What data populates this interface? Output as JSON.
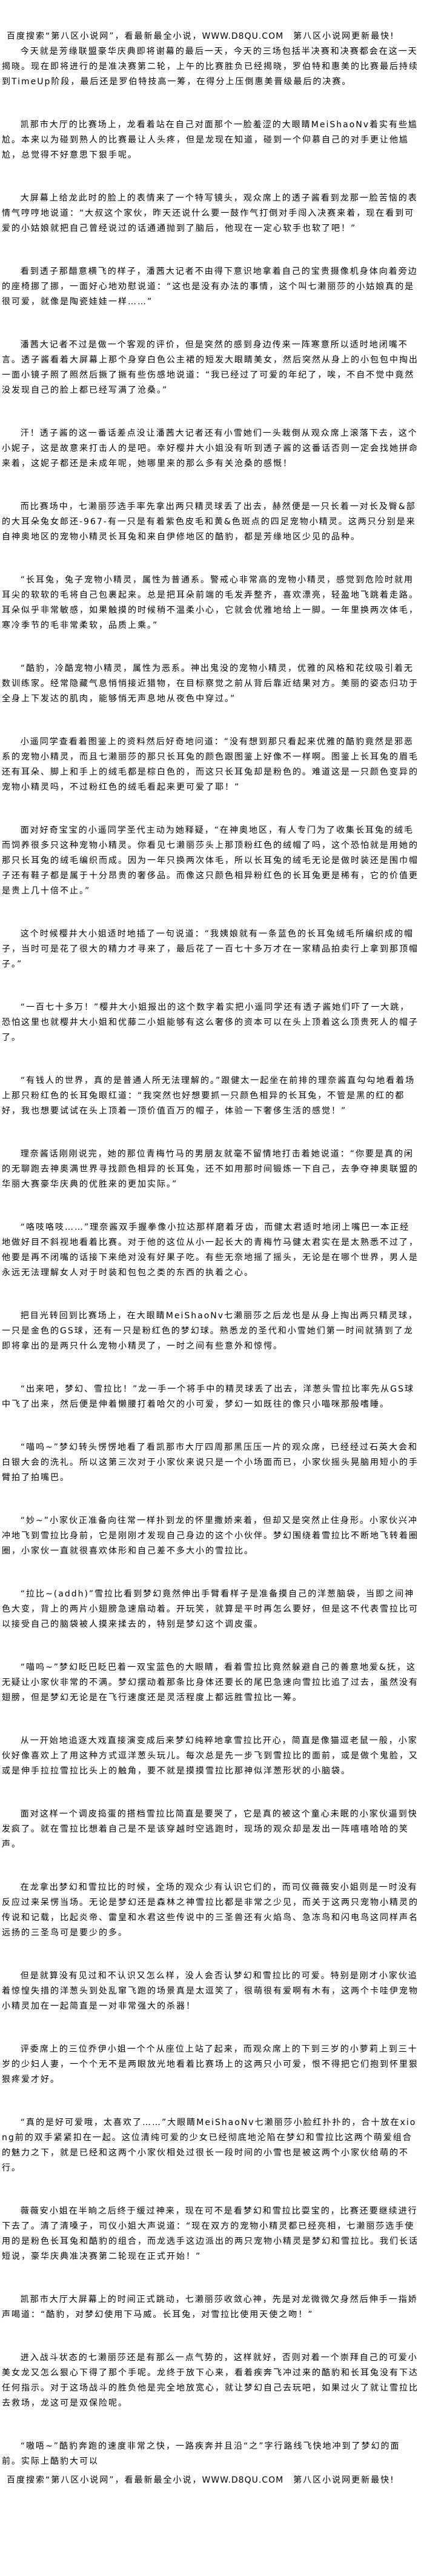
{
  "banner": {
    "text_before": "百度搜索“第八区小说网”，看最新最全小说，",
    "url": "WWW.D8QU.COM",
    "text_after": "第八区小说网更新最快!"
  },
  "paragraphs": [
    "今天就是芳缘联盟豪华庆典即将谢幕的最后一天，今天的三场包括半决赛和决赛都会在这一天揭晓。现在即将进行的是准决赛第二轮，上午的比赛胜负已经揭晓，罗伯特和惠美的比赛最后持续到TimeUp阶段，最后还是罗伯特技高一筹，在得分上压倒惠美晋级最后的决赛。",
    "凯那市大厅的比赛场上，龙看着站在自己对面那个一脸羞涩的大眼睛MeiShaoNv着实有些尴尬。本来以为碰到熟人的比赛最让人头疼，但是龙现在知道，碰到一个仰慕自己的对手更让他尴尬，总觉得不好意思下狠手呢。",
    "大屏幕上给龙此时的脸上的表情来了一个特写镜头，观众席上的透子酱看到龙那一脸苦恼的表情气哼哼地说道：“大叔这个家伙，昨天还说什么要一鼓作气打倒对手闯入决赛来着，现在看到可爱的小姑娘就把自己曾经说过的话通通抛到了脑后，他现在一定心软手也软了吧！”",
    "看到透子那醋意横飞的样子，潘茜大记者不由得下意识地拿着自己的宝贵摄像机身体向着旁边的座椅挪了挪，一面好心地劝慰说道：“这也是没有办法的事情，这个叫七濑丽莎的小姑娘真的是很可爱，就像是陶瓷娃娃一样……”",
    "潘茜大记者不过是做一个客观的评价，但是突然的感到身边传来一阵寒意所以适时地闭嘴不言。透子酱看着大屏幕上那个身穿白色公主裙的短发大眼睛美女，然后突然从身上的小包包中掏出一面小镜子照了照然后撅了撅有些伤感地说道：“我已经过了可爱的年纪了，唉，不自不觉中竟然没发现自己的脸上都已经写满了沧桑。”",
    "汗！透子酱的这一番话差点没让潘茜大记者还有小雪她们一头栽倒从观众席上滚落下去，这个小妮子，这是故意来打击人的是吧。幸好樱井大小姐没有听到透子酱的这番话否则一定会找她拼命来着，这妮子都还是未成年呢，她哪里来的那么多有关沧桑的感慨！",
    "而比赛场中，七濑丽莎选手率先拿出两只精灵球丢了出去，赫然便是一只长着一对长及臀&部的大耳朵兔女郎还-967-有一只是有着紫色皮毛和黄&色斑点的四足宠物小精灵。这两只分别是来自神奥地区的宠物小精灵长耳兔和来自伊修地区的酷豹，都是芳缘地区少见的品种。",
    "“长耳兔，兔子宠物小精灵，属性为普通系。警戒心非常高的宠物小精灵，感觉到危险时就用耳尖的软软的毛将自己包裹起来。总是把耳朵前端的毛发弄整齐，喜欢漂亮，轻盈地飞跳着走路。耳朵似乎非常敏感，如果触摸的时候稍不温柔小心，它就会优雅地给上一脚。一年里换两次体毛，寒冷季节的毛非常柔软，品质上乘。”",
    "“酷豹，冷酷宠物小精灵，属性为恶系。神出鬼没的宠物小精灵，优雅的风格和花纹吸引着无数训练家。经常隐藏气息悄悄接近猎物，在目标察觉之前从背后靠近结果对方。美丽的姿态归功于全身上下发达的肌肉，能够悄无声息地从夜色中穿过。”",
    "小遥同学查看着图鉴上的资料然后好奇地问道：“没有想到那只看起来优雅的酷豹竟然是邪恶系的宠物小精灵，而且七濑丽莎的那只长耳兔的颜色跟图鉴上好像不一样啊。图鉴上长耳兔的眉毛还有耳朵、脚上和手上的绒毛都是棕白色的，而这只长耳兔却是粉色的。难道这是一只颜色变异的宠物小精灵吗，不过粉红色的绒毛看起来更可爱了耶！”",
    "面对好奇宝宝的小遥同学圣代主动为她释疑，“在神奥地区，有人专门为了收集长耳兔的绒毛而饲养很多只这种宠物小精灵。你看见七濑丽莎头上那顶粉红色的绒帽了吗，这个恐怕就是用她的那只长耳兔的绒毛编织而成。因为一年只换两次体毛，所以长耳兔的绒毛无论是做时装还是围巾帽子还有鞋子都是属于十分昂贵的奢侈品。而像这只颜色相异粉红色的长耳兔更是稀有，它的价值更是贵上几十倍不止。”",
    "这个时候樱井大小姐适时地插了一句说道：“我姨娘就有一条蓝色的长耳兔绒毛所编织成的帽子，当时可是花了很大的精力才寻来了，最后花了一百七十多万才在一家精品拍卖行上拿到那顶帽子。”",
    "“一百七十多万！”樱井大小姐报出的这个数字着实把小遥同学还有透子酱她们吓了一大跳，恐怕这里也就樱井大小姐和优藤二小姐能够有这么奢侈的资本可以在头上顶着这么顶贵死人的帽子了。",
    "“有钱人的世界，真的是普通人所无法理解的。”跟健太一起坐在前排的理奈酱直勾勾地看着场上那只粉红色的长耳兔眼红道：“我突然也好想要抓一只颜色相异的长耳兔，不管是黑的红的都好，我也想要试试在头上顶着一顶价值百万的帽子，体验一下奢侈生活的感觉！”",
    "理奈酱话刚刚说完，她的那位青梅竹马的男朋友就毫不留情地打击着她说道：“你要是真的闲的无聊跑去神奥满世界寻找颜色相异的长耳兔，还不如用那时间锻炼一下自己，去争夺神奥联盟的华丽大赛豪华庆典的优胜来的更加实际。”",
    "“咯吱咯吱……”理奈酱双手握拳像小拉达那样磨着牙齿，而健太君适时地闭上嘴巴一本正经地做好目不斜视地看着比赛。对于他的这位从小一起长大的青梅竹马健太君实在是太熟悉不过了，他要是再不闭嘴的话接下来绝对没有好果子吃。有些无奈地摇了摇头，无论是在哪个世界，男人是永远无法理解女人对于时装和包包之类的东西的执着之心。",
    "把目光转回到比赛场上，在大眼睛MeiShaoNv七濑丽莎之后龙也是从身上掏出两只精灵球，一只是金色的GS球，还有一只是粉红色的梦幻球。熟悉龙的圣代和小雪她们第一时间就猜到了龙即将拿出的是两只什么宠物小精灵了，一时之间有些意外和惊愕。",
    "“出来吧，梦幻、雪拉比！”龙一手一个将手中的精灵球丢了出去，洋葱头雪拉比率先从GS球中飞了出来，然后便是伸着懒腰打着哈欠的小可爱，梦幻一如既往的像只小喵咪那般嗜睡。",
    "“喵呜~”梦幻转头愣愣地看了看凯那市大厅四周那黑压压一片的观众席，已经经过石英大会和白银大会的洗礼。所以这第三次对于小家伙来说只是一个小场面而已，小家伙摇头晃脑用短小的手臂拍了拍嘴巴。",
    "“妙~”小家伙正准备向往常一样扑到龙的怀里撒娇来着，但却又是突然止住身形。小家伙兴冲冲地飞到雪拉比身前，它是刚刚才发现自己身边的这个小伙伴。梦幻围绕着雪拉比不断地飞转着圈圈，小家伙一直就很喜欢体形和自己差不多大小的雪拉比。",
    "“拉比~(addh)”雪拉比看到梦幻竟然伸出手臂看样子是准备摸自己的洋葱脑袋，当即之间神色大变，背上的两片小翅膀急速扇动着。开玩笑，就算是平时再怎么要好，但是这不代表雪拉比可以接受自己的脑袋被人摸来揉去的，特别是梦幻这个调皮蛋。",
    "“喵呜~”梦幻眨巴眨巴着一双宝蓝色的大眼睛，看着雪拉比竟然躲避自己的善意地爱&抚，这无疑让小家伙非常的不满。梦幻摆动着那条比身体还要长的尾巴急速向雪拉比追了过去，虽然没有翅膀，但是梦幻无论是在飞行速度还是灵活程度上都远胜雪拉比一筹。",
    "从一开始地追逐大戏直接演变成后来梦幻纯粹地拿雪拉比开心，简直是像猫逗老鼠一般，小家伙好像喜欢上了用这种方式逗洋葱头玩儿。每次总是先一步飞到雪拉比的面前，或是做个鬼脸，又或是伸手拉拉雪拉比头上的触角，要不就是摸摸雪拉比那神似洋葱形状的小脑袋。",
    "面对这样一个调皮捣蛋的搭档雪拉比简直是要哭了，它是真的被这个童心未眠的小家伙逼到快发疯了。就在雪拉比想着自己是不是该穿越时空逃跑时，现场的观众却是发出一阵嘻嘻哈哈的笑声。",
    "在龙拿出梦幻和雪拉比的时候，全场的观众少有认识它们的，而司仪薇薇安小姐则是一时没有反应过来呆愣当场。无论是梦幻还是森林之神雪拉比都是非常之少见，而关于这两只宠物小精灵的传说和记载，比起炎帝、雷皇和水君这些传说中的三圣兽还有火焰鸟、急冻鸟和闪电鸟这同样声名远扬的三圣鸟可是要少的多。",
    "但是就算没有见过和不认识又怎么样，没人会否认梦幻和雪拉比的可爱。特别是刚才小家伙追着惊惶失措的洋葱头到处乱窜飞跑的场景真是太逗笑了，很萌很有爱啊有木有，这两个卡哇伊宠物小精灵加在一起简直是一对非常强大的杀器！",
    "评委席上的三位乔伊小姐一个个从座位上站了起来，而观众席上的下到三岁的小萝莉上到三十岁的少妇人妻，一个个无不是两眼放光地看着比赛场上的这两只小可爱，恨不得把它们抱到怀里狠狠疼爱才好。",
    "“真的是好可爱哦，太喜欢了……”大眼睛MeiShaoNv七濑丽莎小脸红扑扑的，合十放在xiong前的双手紧紧扣在一起。这位清纯可爱的少女已经彻底地沦陷在梦幻和雪拉比这两个萌爱组合的魅力之下，就是已经和这两个小家伙相处过很长一段时间的小雪也是被这两个小家伙给萌的不行。",
    "薇薇安小姐在半晌之后终于缓过神来，现在可不是看梦幻和雪拉比耍宝的，比赛还要继续进行下去了。清了清嗓子，司仪小姐大声说道：“现在双方的宠物小精灵都已经亮相，七濑丽莎选手使用的是粉色长耳兔和酷豹的组合，而龙选手这边派出的两只宠物小精灵是梦幻和雪拉比。我们长话短说，豪华庆典准决赛第二轮现在正式开始！”",
    "凯那市大厅大屏幕上的时间正式跳动，七濑丽莎收敛心神，先是对龙微微欠身然后伸手一指娇声喝道：“酷豹，对梦幻使用下马威。长耳兔，对雪拉比使用天使之吻！”",
    "进入战斗状态的七濑丽莎还是有那么一点气势的，这样就好，否则对着一个崇拜自己的可爱小美女龙又怎么狠心下得了那个手呢。龙终于放下心来，看着疾奔飞冲过来的酷豹和长耳兔没有下达任何指示。对于这场战斗的胜负他是完全地放宽心，就让梦幻自己去玩吧，如果过火了就让雪拉比去救场，龙这可是双保险呢。",
    "“嗷唔~”酷豹奔跑的速度非常之快，一路疾奔并且沿“之”字行路线飞快地冲到了梦幻的面前。实际上酷豹大可以"
  ]
}
